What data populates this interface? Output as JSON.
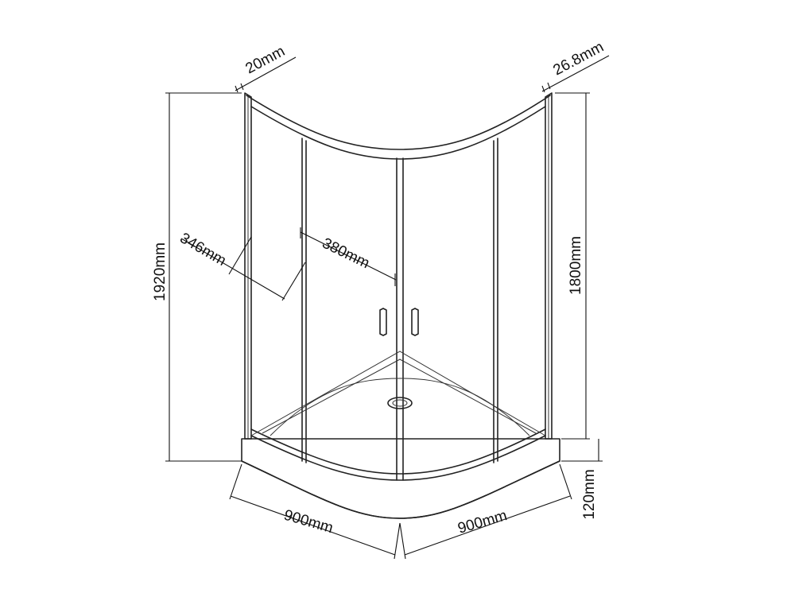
{
  "dimensions": {
    "frame_thickness_left": "20mm",
    "frame_thickness_right": "26.8mm",
    "total_height": "1920mm",
    "glass_height": "1800mm",
    "side_panel_width": "346mm",
    "door_width": "380mm",
    "base_width_left": "900mm",
    "base_width_right": "900mm",
    "tray_height": "120mm"
  }
}
